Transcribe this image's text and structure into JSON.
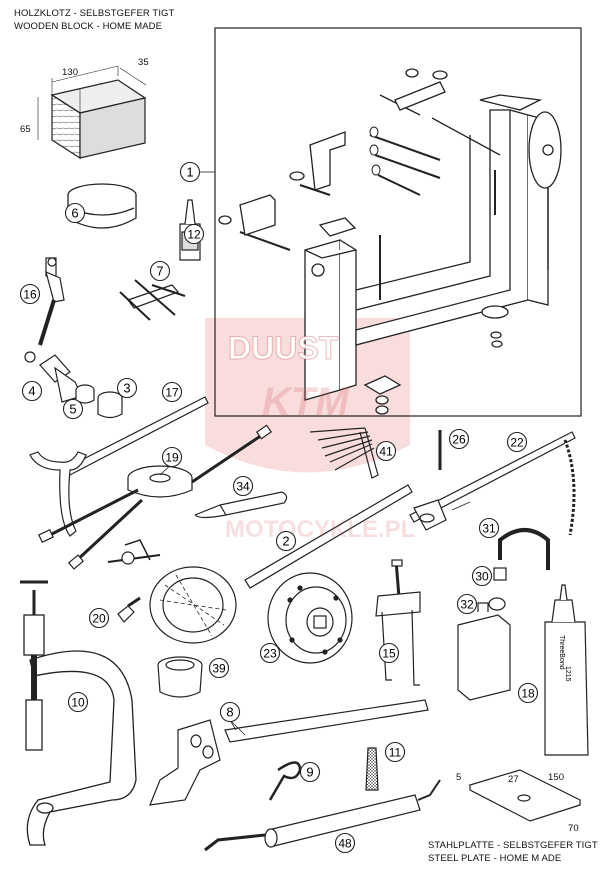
{
  "captions": {
    "wooden_block_line1": "HOLZKLOTZ - SELBSTGEFER TIGT",
    "wooden_block_line2": "WOODEN BLOCK - HOME MADE",
    "steel_plate_line1": "STAHLPLATTE - SELBSTGEFER TIGT",
    "steel_plate_line2": "STEEL PLATE - HOME M ADE"
  },
  "dimensions": {
    "block_length": "130",
    "block_depth": "35",
    "block_height": "65",
    "plate_thickness": "5",
    "plate_width": "27",
    "plate_length": "150",
    "plate_depth": "70"
  },
  "callouts": [
    "1",
    "6",
    "12",
    "16",
    "7",
    "4",
    "3",
    "5",
    "17",
    "19",
    "41",
    "26",
    "22",
    "34",
    "2",
    "31",
    "30",
    "32",
    "20",
    "23",
    "15",
    "39",
    "10",
    "18",
    "8",
    "11",
    "9",
    "48"
  ],
  "product_labels": {
    "tube_brand": "ThreeBond",
    "tube_code": "1215"
  },
  "watermark": {
    "brand": "DUUST",
    "logo": "KTM",
    "site": "MOTOCYKLE.PL"
  }
}
